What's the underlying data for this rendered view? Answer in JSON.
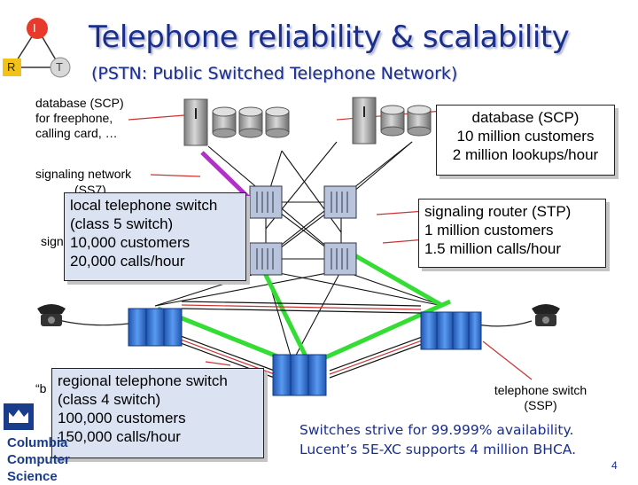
{
  "title": "Telephone reliability & scalability",
  "subtitle": "(PSTN: Public Switched Telephone Network)",
  "logo": {
    "top": "I",
    "left": "R",
    "right": "T"
  },
  "labels": {
    "scp_left": [
      "database (SCP)",
      "for freephone,",
      "calling card, …"
    ],
    "signaling_network": "signaling network",
    "signaling_network_tail": "(SS7)",
    "sig_partial": "sign",
    "b_partial": "“b",
    "ssp": [
      "telephone switch",
      "(SSP)"
    ]
  },
  "callouts": {
    "scp": [
      "database (SCP)",
      "10 million customers",
      "2 million lookups/hour"
    ],
    "stp": [
      "signaling router (STP)",
      "1 million customers",
      "1.5 million calls/hour"
    ],
    "local_switch": [
      "local telephone switch",
      "(class 5 switch)",
      "10,000 customers",
      "20,000 calls/hour"
    ],
    "regional_switch": [
      "regional telephone switch",
      "(class 4 switch)",
      "100,000 customers",
      "150,000 calls/hour"
    ]
  },
  "footer": [
    "Switches strive for 99.999% availability.",
    "Lucent’s 5E-XC supports 4 million BHCA."
  ],
  "brand": [
    "Columbia",
    "Computer",
    "Science"
  ],
  "page_number": "4",
  "colors": {
    "title": "#1a2e8c",
    "trunk_green": "#33dd33",
    "scp_link_purple": "#b030c8",
    "callout_blue": "#dbe3f3",
    "switch_blue": "#2f6fd0",
    "pointer_red": "#cc3333"
  }
}
